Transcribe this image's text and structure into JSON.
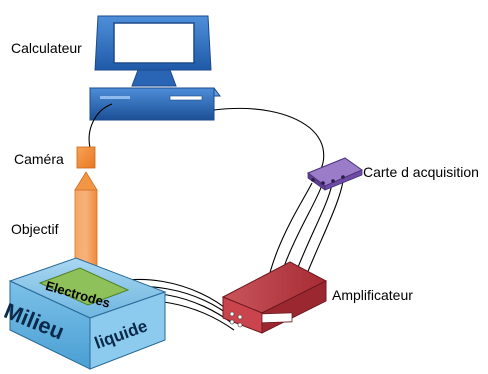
{
  "labels": {
    "computer": "Calculateur",
    "camera": "Caméra",
    "objective": "Objectif",
    "acquisition": "Carte d acquisition",
    "amplifier": "Amplificateur",
    "electrodes": "Electrodes",
    "medium_word1": "Milieu",
    "medium_word2": "liquide"
  },
  "colors": {
    "computer": "#2f6fc4",
    "computer_dark": "#1c4a8c",
    "screen": "#ffffff",
    "camera": "#f4913a",
    "objective": "#f7a565",
    "acquisition": "#7a5aa8",
    "amplifier": "#b4323a",
    "medium": "#6fb6e0",
    "electrodes": "#7db44a"
  }
}
